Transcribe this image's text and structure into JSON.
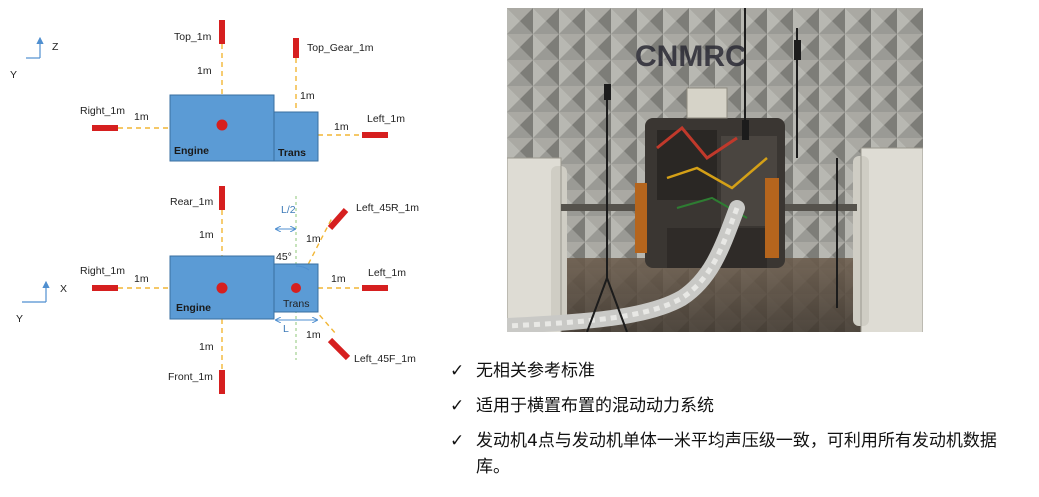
{
  "diagram": {
    "top_view": {
      "axes": {
        "vertical": "Z",
        "horizontal": "Y"
      },
      "mics": {
        "top": "Top_1m",
        "top_gear": "Top_Gear_1m",
        "right": "Right_1m",
        "left": "Left_1m"
      },
      "distances": {
        "top": "1m",
        "top_gear": "1m",
        "right": "1m",
        "left": "1m"
      },
      "blocks": {
        "engine": "Engine",
        "trans": "Trans"
      }
    },
    "plan_view": {
      "axes": {
        "horizontal": "X",
        "vertical": "Y"
      },
      "mics": {
        "rear": "Rear_1m",
        "front": "Front_1m",
        "right": "Right_1m",
        "left": "Left_1m",
        "left_45r": "Left_45R_1m",
        "left_45f": "Left_45F_1m"
      },
      "distances": {
        "rear": "1m",
        "front": "1m",
        "right": "1m",
        "left": "1m",
        "left_45r": "1m",
        "left_45f": "1m"
      },
      "dims": {
        "half": "L/2",
        "full": "L",
        "angle": "45°"
      },
      "blocks": {
        "engine": "Engine",
        "trans": "Trans"
      }
    }
  },
  "notes": [
    {
      "text": "无相关参考标准"
    },
    {
      "text": "适用于横置布置的混动动力系统"
    },
    {
      "text": "发动机4点与发动机单体一米平均声压级一致，可利用所有发动机数据库。"
    }
  ],
  "photo": {
    "sign": "CNMRC"
  },
  "colors": {
    "block_fill": "#5b9bd5",
    "block_stroke": "#3a6fa0",
    "mic": "#d61f1f",
    "dash": "#f2b635",
    "dim": "#4f8fd0",
    "text": "#222222"
  }
}
